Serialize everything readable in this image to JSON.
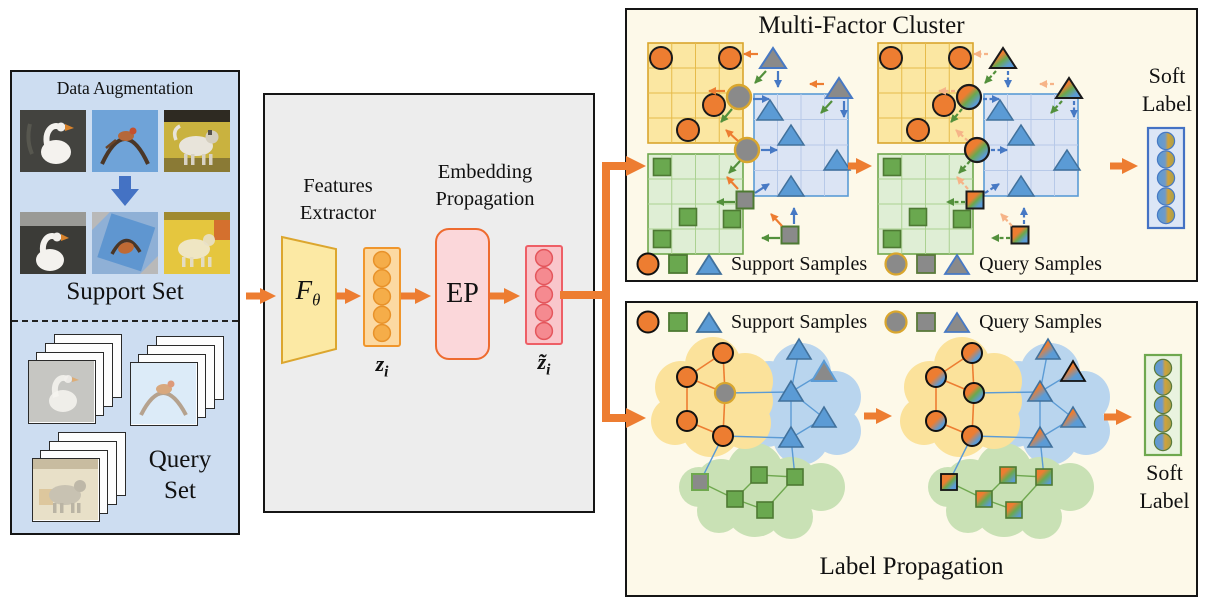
{
  "left_panel": {
    "title": "Data Augmentation",
    "support_label": "Support Set",
    "query_line1": "Query",
    "query_line2": "Set"
  },
  "middle_panel": {
    "fe_line1": "Features",
    "fe_line2": "Extractor",
    "ep_line1": "Embedding",
    "ep_line2": "Propagation",
    "fe_symbol": "F",
    "fe_sub": "θ",
    "ep_box": "EP",
    "z_base": "z",
    "z_sub": "i",
    "zt_base": "z̃",
    "zt_sub": "i"
  },
  "top_panel": {
    "title": "Multi-Factor Cluster",
    "legend_support": "Support Samples",
    "legend_query": "Query Samples",
    "soft1": "Soft",
    "soft2": "Label"
  },
  "bottom_panel": {
    "title": "Label Propagation",
    "legend_support": "Support Samples",
    "legend_query": "Query Samples",
    "soft1": "Soft",
    "soft2": "Label"
  },
  "colors": {
    "flow_orange": "#ed7d31",
    "support_circle": "#ed7d31",
    "support_square": "#6aa84f",
    "support_triangle": "#5b9bd5",
    "query_gray": "#8a8a8a",
    "left_panel_bg": "#cdddf1",
    "middle_panel_bg": "#ededed",
    "right_panel_bg": "#fdf9e9"
  }
}
